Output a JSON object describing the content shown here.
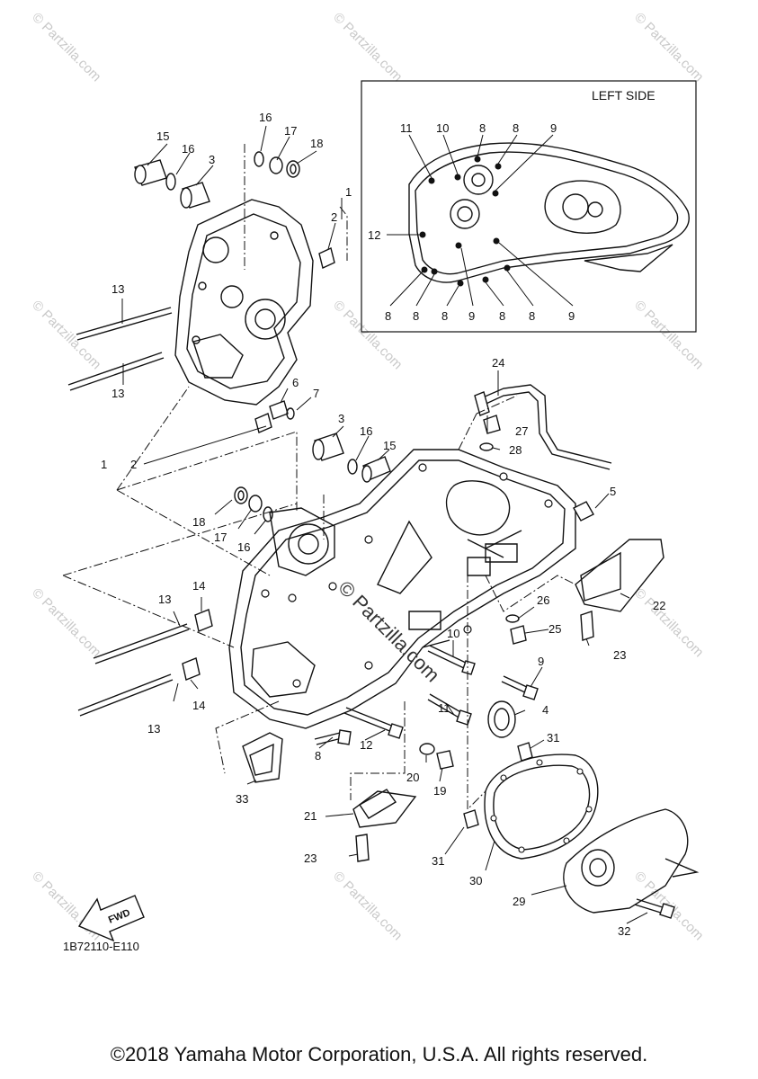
{
  "inset": {
    "title": "LEFT SIDE"
  },
  "catalog_code": "1B72110-E110",
  "fwd_label": "FWD",
  "copyright": "©2018 Yamaha Motor Corporation, U.S.A. All rights reserved.",
  "watermark": "© Partzilla.com",
  "labels": [
    "1",
    "2",
    "3",
    "4",
    "5",
    "6",
    "7",
    "8",
    "9",
    "10",
    "11",
    "12",
    "13",
    "14",
    "15",
    "16",
    "17",
    "18",
    "19",
    "20",
    "21",
    "22",
    "23",
    "24",
    "25",
    "26",
    "27",
    "28",
    "29",
    "30",
    "31",
    "32",
    "33"
  ]
}
